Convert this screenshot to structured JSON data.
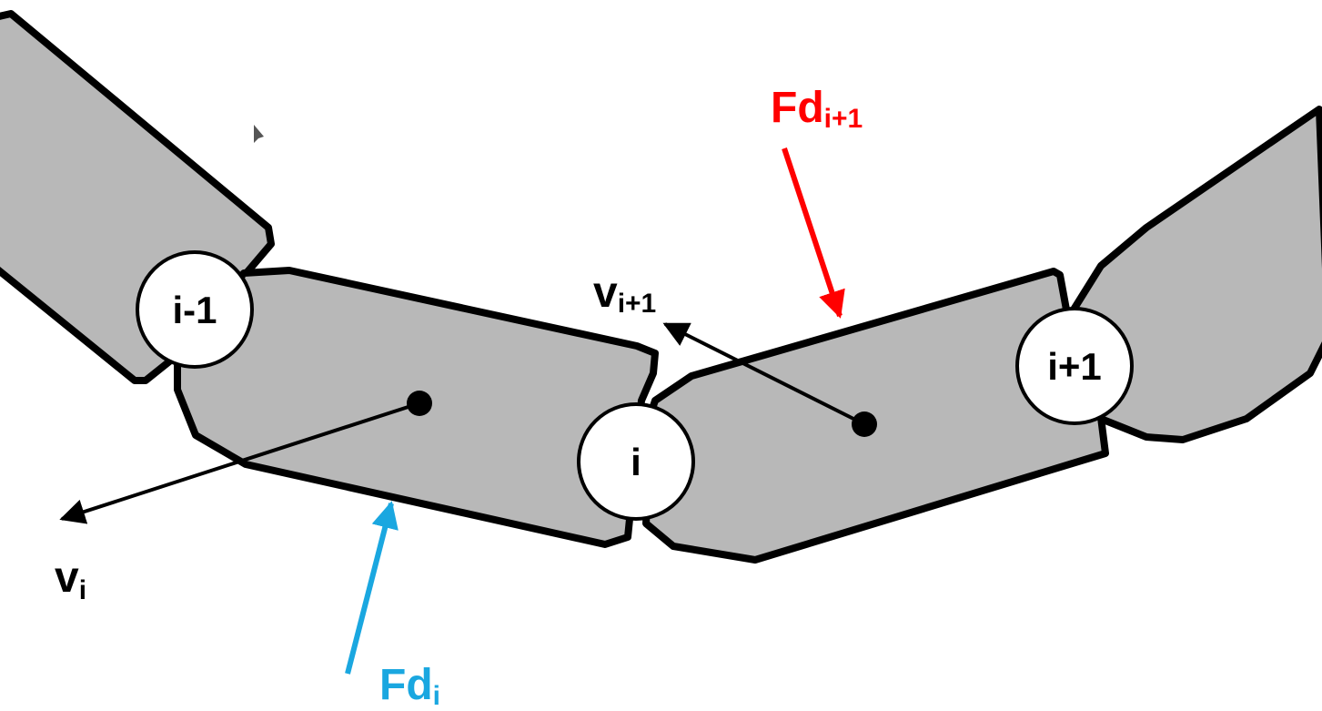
{
  "joints": [
    {
      "id": "i-1",
      "label": "i-1"
    },
    {
      "id": "i",
      "label": "i"
    },
    {
      "id": "i+1",
      "label": "i+1"
    }
  ],
  "labels": {
    "v_i": {
      "main": "v",
      "sub": "i"
    },
    "v_ip1": {
      "main": "v",
      "sub": "i+1"
    },
    "fd_i": {
      "main": "Fd",
      "sub": "i"
    },
    "fd_ip1": {
      "main": "Fd",
      "sub": "i+1"
    }
  },
  "colors": {
    "segment_fill": "#b8b8b8",
    "outline": "#000000",
    "fd_i": "#1aa7e0",
    "fd_ip1": "#ff0000",
    "velocity": "#000000"
  }
}
